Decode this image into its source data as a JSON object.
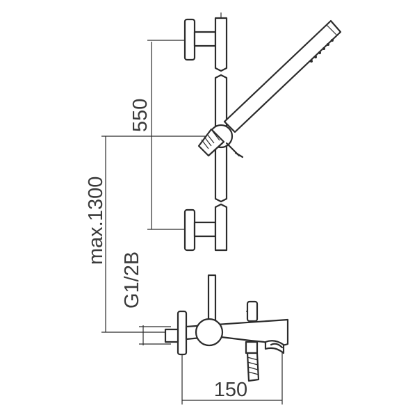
{
  "dimensions": {
    "rail_spacing": "550",
    "max_height": "max.1300",
    "thread": "G1/2B",
    "projection": "150"
  }
}
